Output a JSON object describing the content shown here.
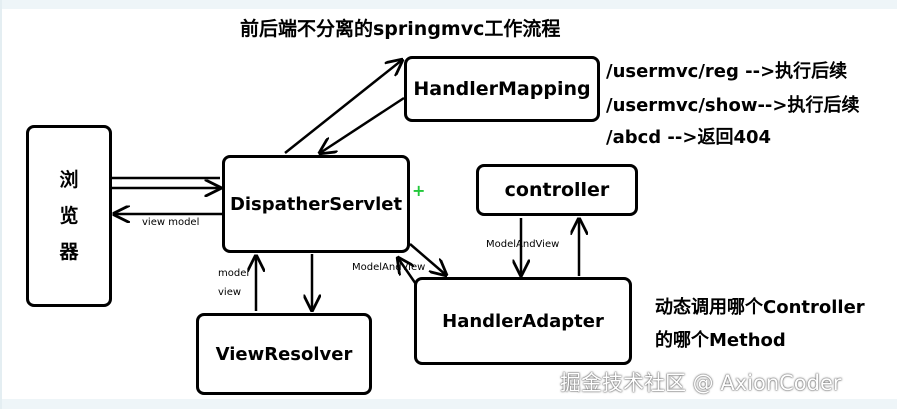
{
  "title": "前后端不分离的springmvc工作流程",
  "nodes": {
    "browser_chars": [
      "浏",
      "览",
      "器"
    ],
    "dispatcher": "DispatherServlet",
    "handler_mapping": "HandlerMapping",
    "controller": "controller",
    "handler_adapter": "HandlerAdapter",
    "view_resolver": "ViewResolver"
  },
  "notes": {
    "mapping_lines": [
      "/usermvc/reg -->执行后续",
      "/usermvc/show-->执行后续",
      "/abcd -->返回404"
    ],
    "adapter_lines": [
      "动态调用哪个Controller",
      "的哪个Method"
    ]
  },
  "edge_labels": {
    "view_model": "view  model",
    "model": "model",
    "view": "view",
    "mav_dispatcher_adapter": "ModelAndView",
    "mav_controller_adapter": "ModelAndView"
  },
  "cursor_glyph": "+",
  "watermark": "掘金技术社区 @ AxionCoder",
  "colors": {
    "stroke": "#000000",
    "cursor": "#22c83a",
    "frame": "#eef5f8"
  }
}
